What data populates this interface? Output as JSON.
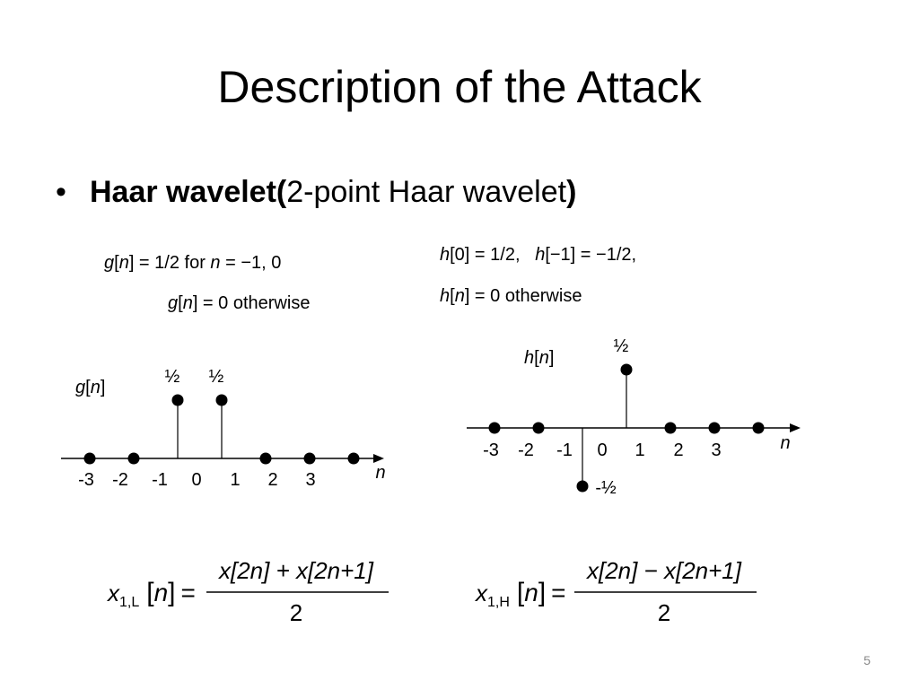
{
  "slide": {
    "title": "Description of the Attack",
    "bullet": {
      "bold_label": "Haar wavelet(",
      "plain_text": "2-point Haar wavelet",
      "bold_close": ")"
    },
    "page_number": "5"
  },
  "g_definition": {
    "line1": {
      "fn": "g",
      "open": "[",
      "arg": "n",
      "mid": "] = 1/2 for ",
      "var": "n",
      "rest": " = −1, 0"
    },
    "line2": {
      "fn": "g",
      "open": "[",
      "arg": "n",
      "rest": "] = 0 otherwise"
    }
  },
  "h_definition": {
    "line1": {
      "fn1": "h",
      "part1": "[0] = 1/2,   ",
      "fn2": "h",
      "part2": "[−1] = −1/2,"
    },
    "line2": {
      "fn": "h",
      "open": "[",
      "arg": "n",
      "rest": "] = 0 otherwise"
    }
  },
  "g_plot": {
    "label": "g[n]",
    "axis_var": "n",
    "tick_labels": [
      "-3",
      "-2",
      "-1",
      "0",
      "1",
      "2",
      "3"
    ],
    "stems": [
      {
        "n": -3,
        "value": 0
      },
      {
        "n": -2,
        "value": 0
      },
      {
        "n": -1,
        "value": 0.5,
        "label": "½"
      },
      {
        "n": 0,
        "value": 0.5,
        "label": "½"
      },
      {
        "n": 1,
        "value": 0
      },
      {
        "n": 2,
        "value": 0
      },
      {
        "n": 3,
        "value": 0
      }
    ]
  },
  "h_plot": {
    "label": "h[n]",
    "axis_var": "n",
    "tick_labels": [
      "-3",
      "-2",
      "-1",
      "0",
      "1",
      "2",
      "3"
    ],
    "stems": [
      {
        "n": -3,
        "value": 0
      },
      {
        "n": -2,
        "value": 0
      },
      {
        "n": -1,
        "value": -0.5,
        "label": "-½"
      },
      {
        "n": 0,
        "value": 0.5,
        "label": "½"
      },
      {
        "n": 1,
        "value": 0
      },
      {
        "n": 2,
        "value": 0
      },
      {
        "n": 3,
        "value": 0
      }
    ]
  },
  "equations": {
    "low": {
      "lhs_var": "x",
      "lhs_sub": "1,L",
      "lhs_arg": "n",
      "numerator": "x[2n] + x[2n+1]",
      "denominator": "2"
    },
    "high": {
      "lhs_var": "x",
      "lhs_sub": "1,H",
      "lhs_arg": "n",
      "numerator": "x[2n] − x[2n+1]",
      "denominator": "2"
    }
  }
}
